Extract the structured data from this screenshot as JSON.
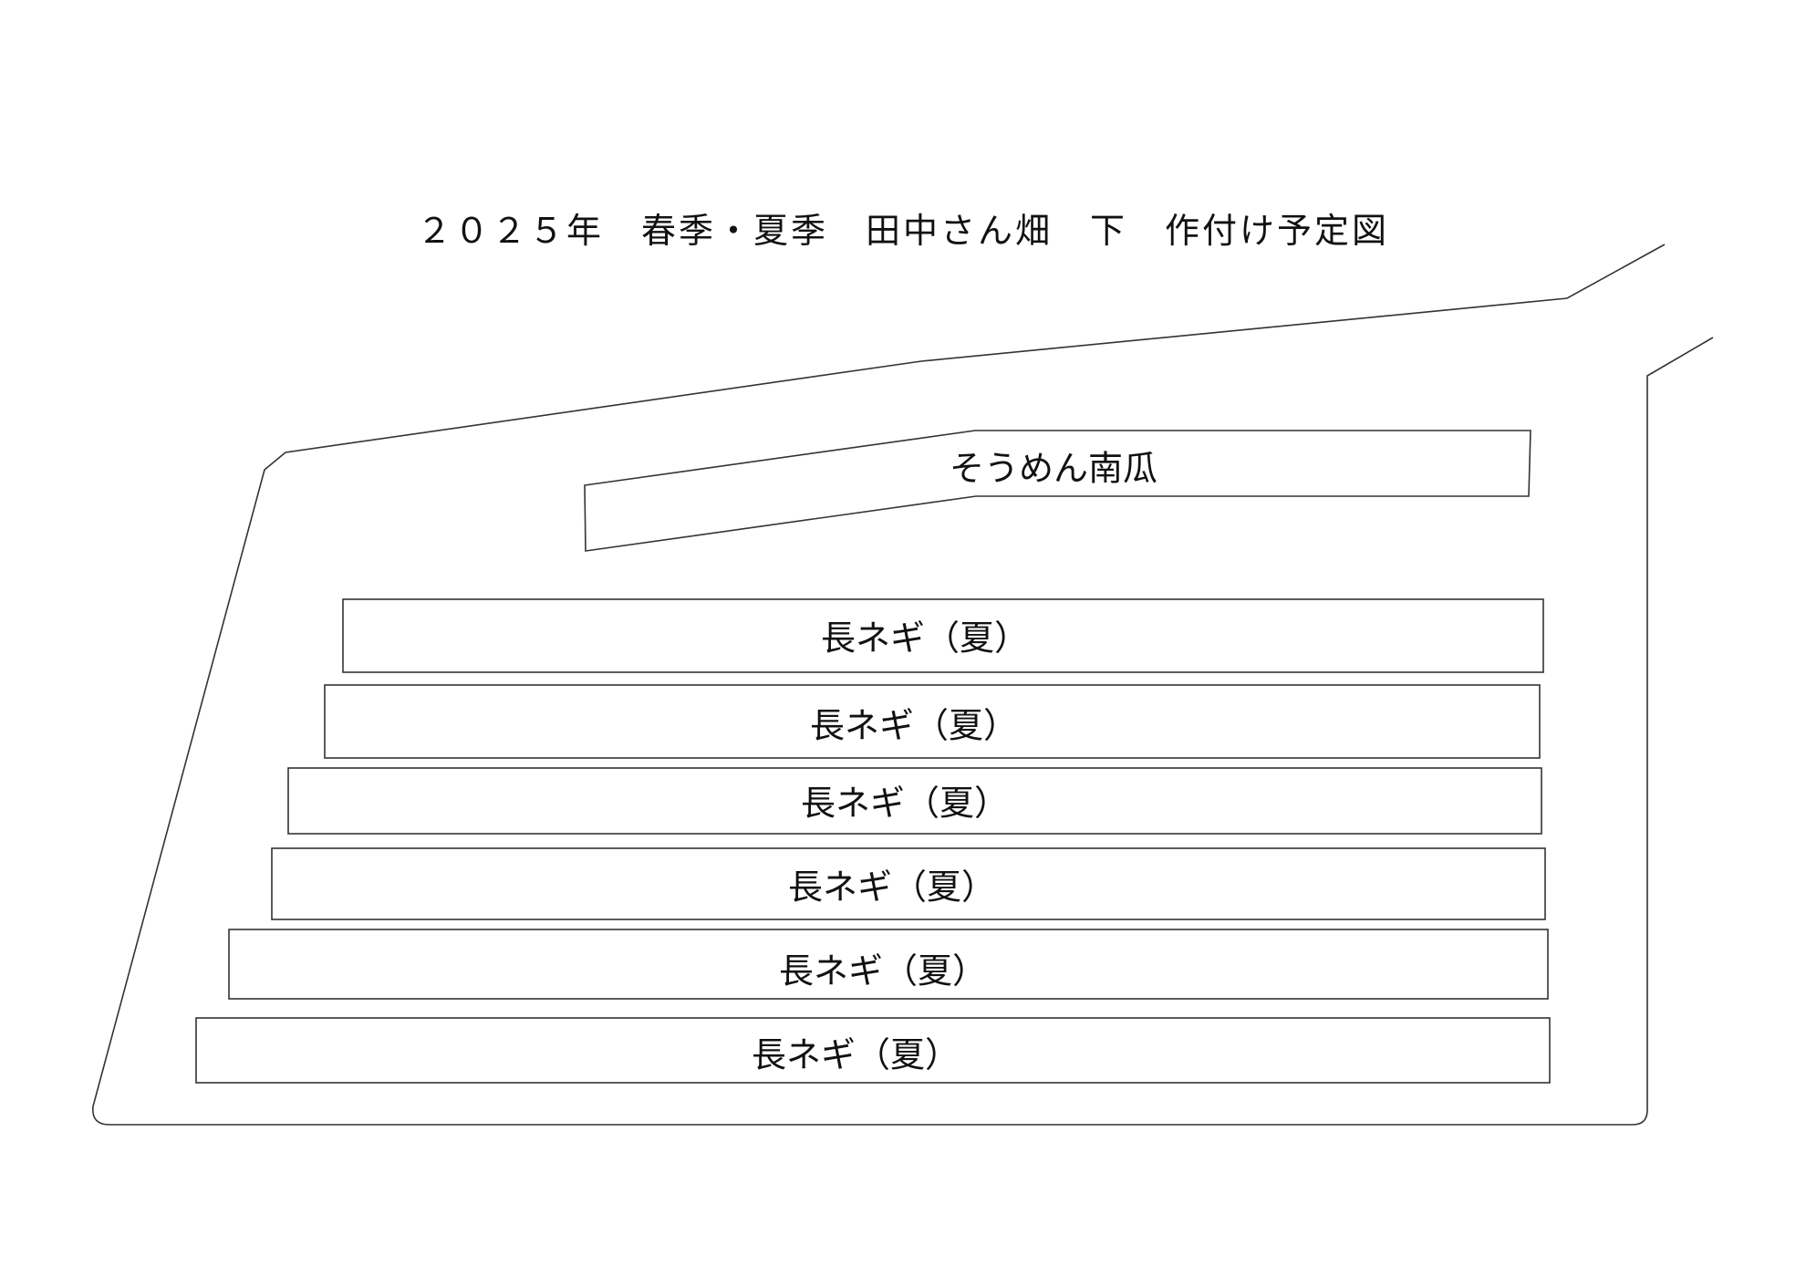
{
  "title": "２０２５年　春季・夏季　田中さん畑　下　作付け予定図",
  "beds": [
    {
      "label": "そうめん南瓜"
    },
    {
      "label": "長ネギ（夏）"
    },
    {
      "label": "長ネギ（夏）"
    },
    {
      "label": "長ネギ（夏）"
    },
    {
      "label": "長ネギ（夏）"
    },
    {
      "label": "長ネギ（夏）"
    },
    {
      "label": "長ネギ（夏）"
    }
  ]
}
